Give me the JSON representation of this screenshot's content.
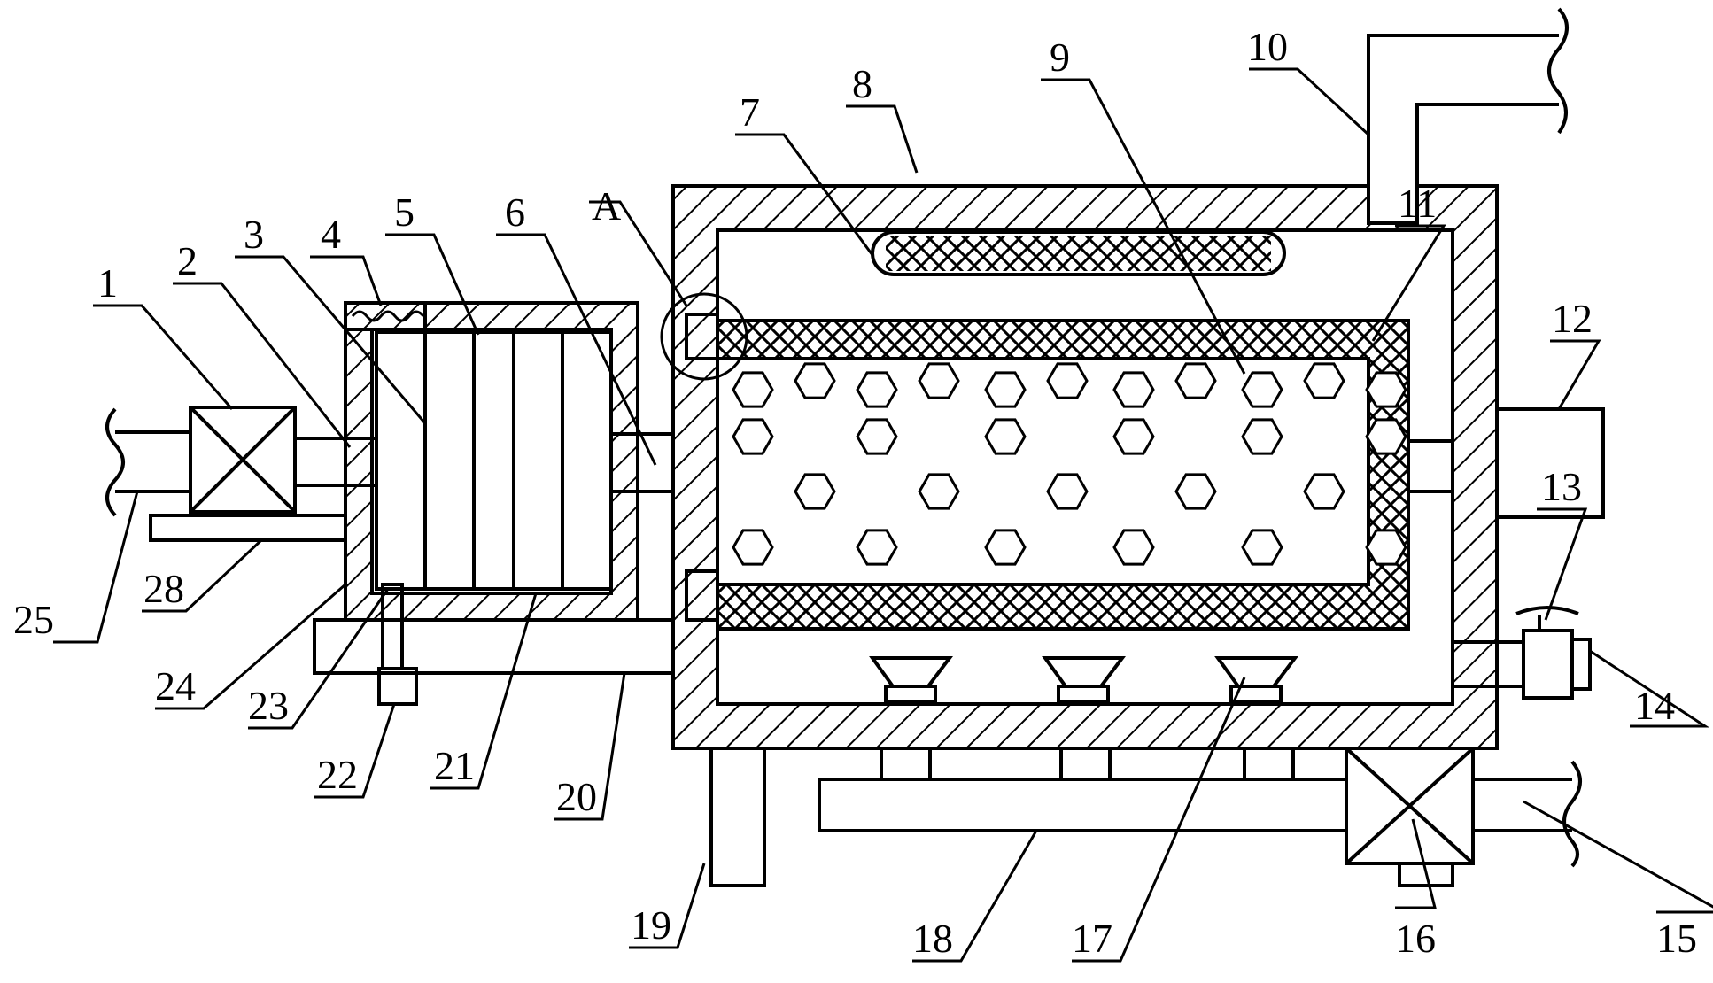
{
  "figure": {
    "detail_marker": "A",
    "part_numbers": [
      "1",
      "2",
      "3",
      "4",
      "5",
      "6",
      "7",
      "8",
      "9",
      "10",
      "11",
      "12",
      "13",
      "14",
      "15",
      "16",
      "17",
      "18",
      "19",
      "20",
      "21",
      "22",
      "23",
      "24",
      "25",
      "28"
    ]
  },
  "colors": {
    "line": "#000000",
    "background": "#ffffff"
  }
}
